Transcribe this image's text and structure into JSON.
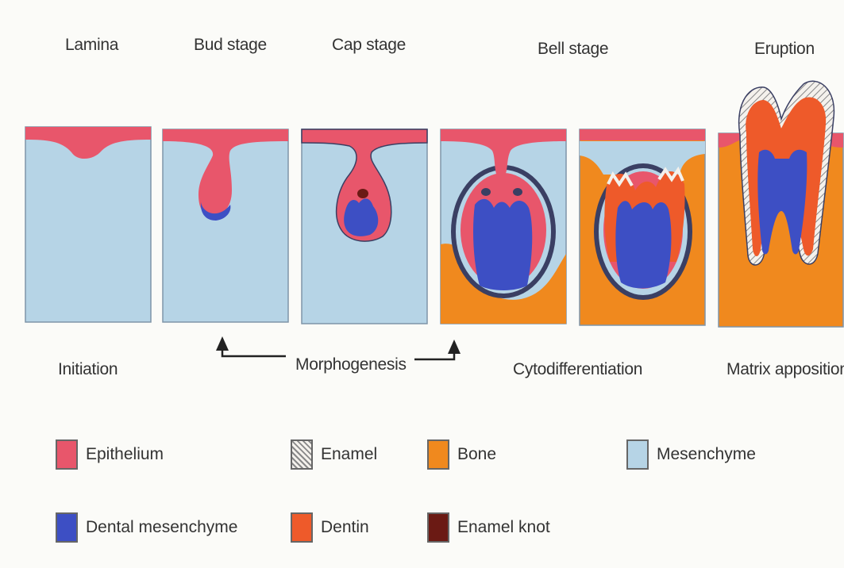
{
  "stages": {
    "lamina": "Lamina",
    "bud": "Bud stage",
    "cap": "Cap stage",
    "bell": "Bell stage",
    "eruption": "Eruption"
  },
  "phases": {
    "initiation": "Initiation",
    "morphogenesis": "Morphogenesis",
    "cytodifferentiation": "Cytodifferentiation",
    "matrix": "Matrix apposition"
  },
  "legend": [
    {
      "label": "Epithelium",
      "color": "#e8566b"
    },
    {
      "label": "Enamel",
      "color": "hatched"
    },
    {
      "label": "Bone",
      "color": "#f0891e"
    },
    {
      "label": "Mesenchyme",
      "color": "#b6d4e6"
    },
    {
      "label": "Dental mesenchyme",
      "color": "#3d4fc4"
    },
    {
      "label": "Dentin",
      "color": "#ee5a2a"
    },
    {
      "label": "Enamel knot",
      "color": "#6b1a14"
    }
  ],
  "colors": {
    "epithelium": "#e8566b",
    "mesenchyme": "#b6d4e6",
    "dental_mesenchyme": "#3d4fc4",
    "bone": "#f0891e",
    "dentin": "#ee5a2a",
    "enamel_knot": "#6b1a14",
    "outline": "#3a3f63"
  }
}
